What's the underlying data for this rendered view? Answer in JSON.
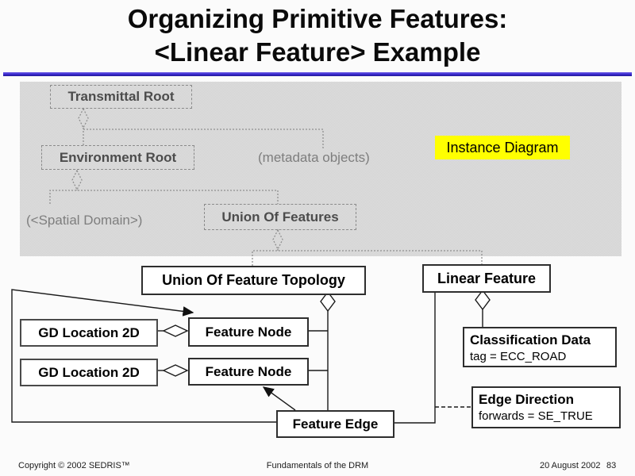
{
  "slide": {
    "title_line1": "Organizing Primitive Features:",
    "title_line2": "<Linear Feature> Example",
    "instance_diagram_label": "Instance Diagram",
    "colors": {
      "highlight": "#ffff00",
      "title_rule": "#3c2bd4",
      "gray_region": "#d9d9d9"
    }
  },
  "diagram": {
    "transmittal_root": "Transmittal Root",
    "environment_root": "Environment Root",
    "union_of_features": "Union Of Features",
    "metadata_objects": "(metadata objects)",
    "spatial_domain": "(<Spatial Domain>)",
    "union_of_feature_topology": "Union Of Feature Topology",
    "linear_feature": "Linear Feature",
    "gd_location_2d_1": "GD Location 2D",
    "gd_location_2d_2": "GD Location 2D",
    "feature_node_1": "Feature Node",
    "feature_node_2": "Feature Node",
    "feature_edge": "Feature Edge",
    "classification_data": {
      "title": "Classification Data",
      "attribute": "tag = ECC_ROAD"
    },
    "edge_direction": {
      "title": "Edge Direction",
      "attribute": "forwards = SE_TRUE"
    }
  },
  "footer": {
    "copyright": "Copyright © 2002 SEDRIS™",
    "center": "Fundamentals of the DRM",
    "date": "20 August 2002",
    "page": "83"
  }
}
